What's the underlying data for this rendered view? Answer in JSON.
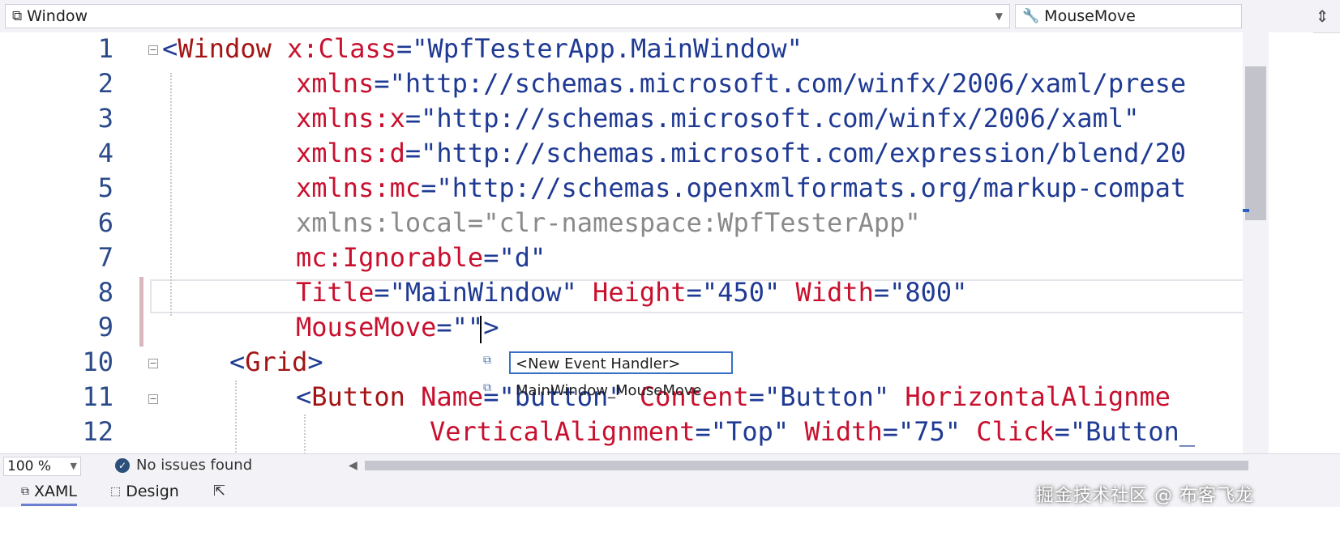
{
  "header": {
    "left_combo_label": "Window",
    "right_combo_label": "MouseMove",
    "left_combo_icon": "xaml-element-icon",
    "right_combo_icon": "wrench-icon"
  },
  "editor": {
    "line_numbers": [
      "1",
      "2",
      "3",
      "4",
      "5",
      "6",
      "7",
      "8",
      "9",
      "10",
      "11",
      "12"
    ],
    "lines": [
      {
        "parts": [
          [
            "br",
            "<"
          ],
          [
            "tag",
            "Window"
          ],
          [
            "txt",
            " "
          ],
          [
            "attr",
            "x:Class"
          ],
          [
            "eq",
            "="
          ],
          [
            "val",
            "\"WpfTesterApp.MainWindow\""
          ]
        ]
      },
      {
        "parts": [
          [
            "attr",
            "xmlns"
          ],
          [
            "eq",
            "="
          ],
          [
            "val",
            "\"http://schemas.microsoft.com/winfx/2006/xaml/prese"
          ]
        ]
      },
      {
        "parts": [
          [
            "attr",
            "xmlns:x"
          ],
          [
            "eq",
            "="
          ],
          [
            "val",
            "\"http://schemas.microsoft.com/winfx/2006/xaml\""
          ]
        ]
      },
      {
        "parts": [
          [
            "attr",
            "xmlns:d"
          ],
          [
            "eq",
            "="
          ],
          [
            "val",
            "\"http://schemas.microsoft.com/expression/blend/20"
          ]
        ]
      },
      {
        "parts": [
          [
            "attr",
            "xmlns:mc"
          ],
          [
            "eq",
            "="
          ],
          [
            "val",
            "\"http://schemas.openxmlformats.org/markup-compat"
          ]
        ]
      },
      {
        "parts": [
          [
            "gray",
            "xmlns:local=\"clr-namespace:WpfTesterApp\""
          ]
        ]
      },
      {
        "parts": [
          [
            "attr",
            "mc:Ignorable"
          ],
          [
            "eq",
            "="
          ],
          [
            "val",
            "\"d\""
          ]
        ]
      },
      {
        "parts": [
          [
            "attr",
            "Title"
          ],
          [
            "eq",
            "="
          ],
          [
            "val",
            "\"MainWindow\""
          ],
          [
            "txt",
            " "
          ],
          [
            "attr",
            "Height"
          ],
          [
            "eq",
            "="
          ],
          [
            "val",
            "\"450\""
          ],
          [
            "txt",
            " "
          ],
          [
            "attr",
            "Width"
          ],
          [
            "eq",
            "="
          ],
          [
            "val",
            "\"800\""
          ]
        ]
      },
      {
        "parts": [
          [
            "attr",
            "MouseMove"
          ],
          [
            "eq",
            "="
          ],
          [
            "val",
            "\"\""
          ],
          [
            "br",
            ">"
          ]
        ]
      },
      {
        "parts": [
          [
            "br",
            "<"
          ],
          [
            "tag",
            "Grid"
          ],
          [
            "br",
            ">"
          ]
        ]
      },
      {
        "parts": [
          [
            "br",
            "<"
          ],
          [
            "tag",
            "Button"
          ],
          [
            "txt",
            " "
          ],
          [
            "attr",
            "Name"
          ],
          [
            "eq",
            "="
          ],
          [
            "val",
            "\"button\""
          ],
          [
            "txt",
            " "
          ],
          [
            "attr",
            "Content"
          ],
          [
            "eq",
            "="
          ],
          [
            "val",
            "\"Button\""
          ],
          [
            "txt",
            " "
          ],
          [
            "attr",
            "HorizontalAlignme"
          ]
        ]
      },
      {
        "parts": [
          [
            "attr",
            "VerticalAlignment"
          ],
          [
            "eq",
            "="
          ],
          [
            "val",
            "\"Top\""
          ],
          [
            "txt",
            " "
          ],
          [
            "attr",
            "Width"
          ],
          [
            "eq",
            "="
          ],
          [
            "val",
            "\"75\""
          ],
          [
            "txt",
            " "
          ],
          [
            "attr",
            "Click"
          ],
          [
            "eq",
            "="
          ],
          [
            "val",
            "\"Button_"
          ]
        ]
      }
    ]
  },
  "autocomplete": {
    "items": [
      "<New Event Handler>",
      "MainWindow_MouseMove"
    ],
    "selected_index": 0,
    "item_icon": "event-handler-icon"
  },
  "status": {
    "zoom": "100 %",
    "issues": "No issues found"
  },
  "tabs": {
    "xaml_label": "XAML",
    "design_label": "Design",
    "active": "XAML"
  },
  "watermark": "掘金技术社区 @ 布客飞龙"
}
